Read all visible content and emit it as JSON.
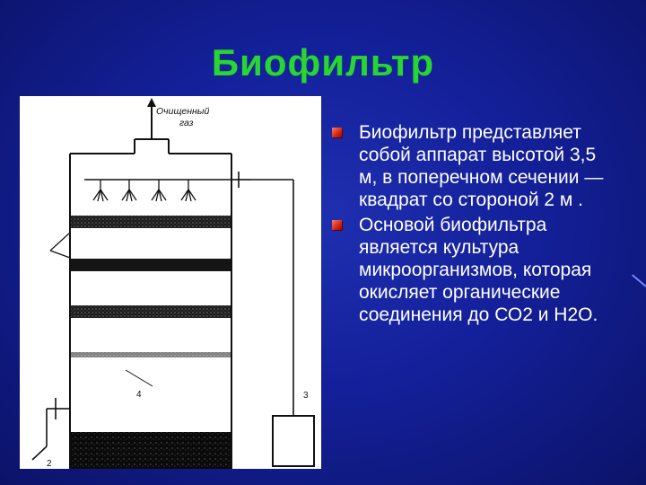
{
  "slide": {
    "title": "Биофильтр",
    "bullets": [
      "Биофильтр представляет собой аппарат высотой 3,5 м, в поперечном сечении — квадрат со стороной 2 м .",
      "Основой биофильтра является культура микроорганизмов, которая окисляет органические соединения до СО2 и Н2О."
    ]
  },
  "figure": {
    "outlet_label_line1": "Очищенный",
    "outlet_label_line2": "газ",
    "callouts": [
      "2",
      "3",
      "4"
    ]
  },
  "colors": {
    "title": "#27d62e",
    "background": "#14209a",
    "bullet_marker": "#d2261a",
    "text": "#ffffff"
  }
}
